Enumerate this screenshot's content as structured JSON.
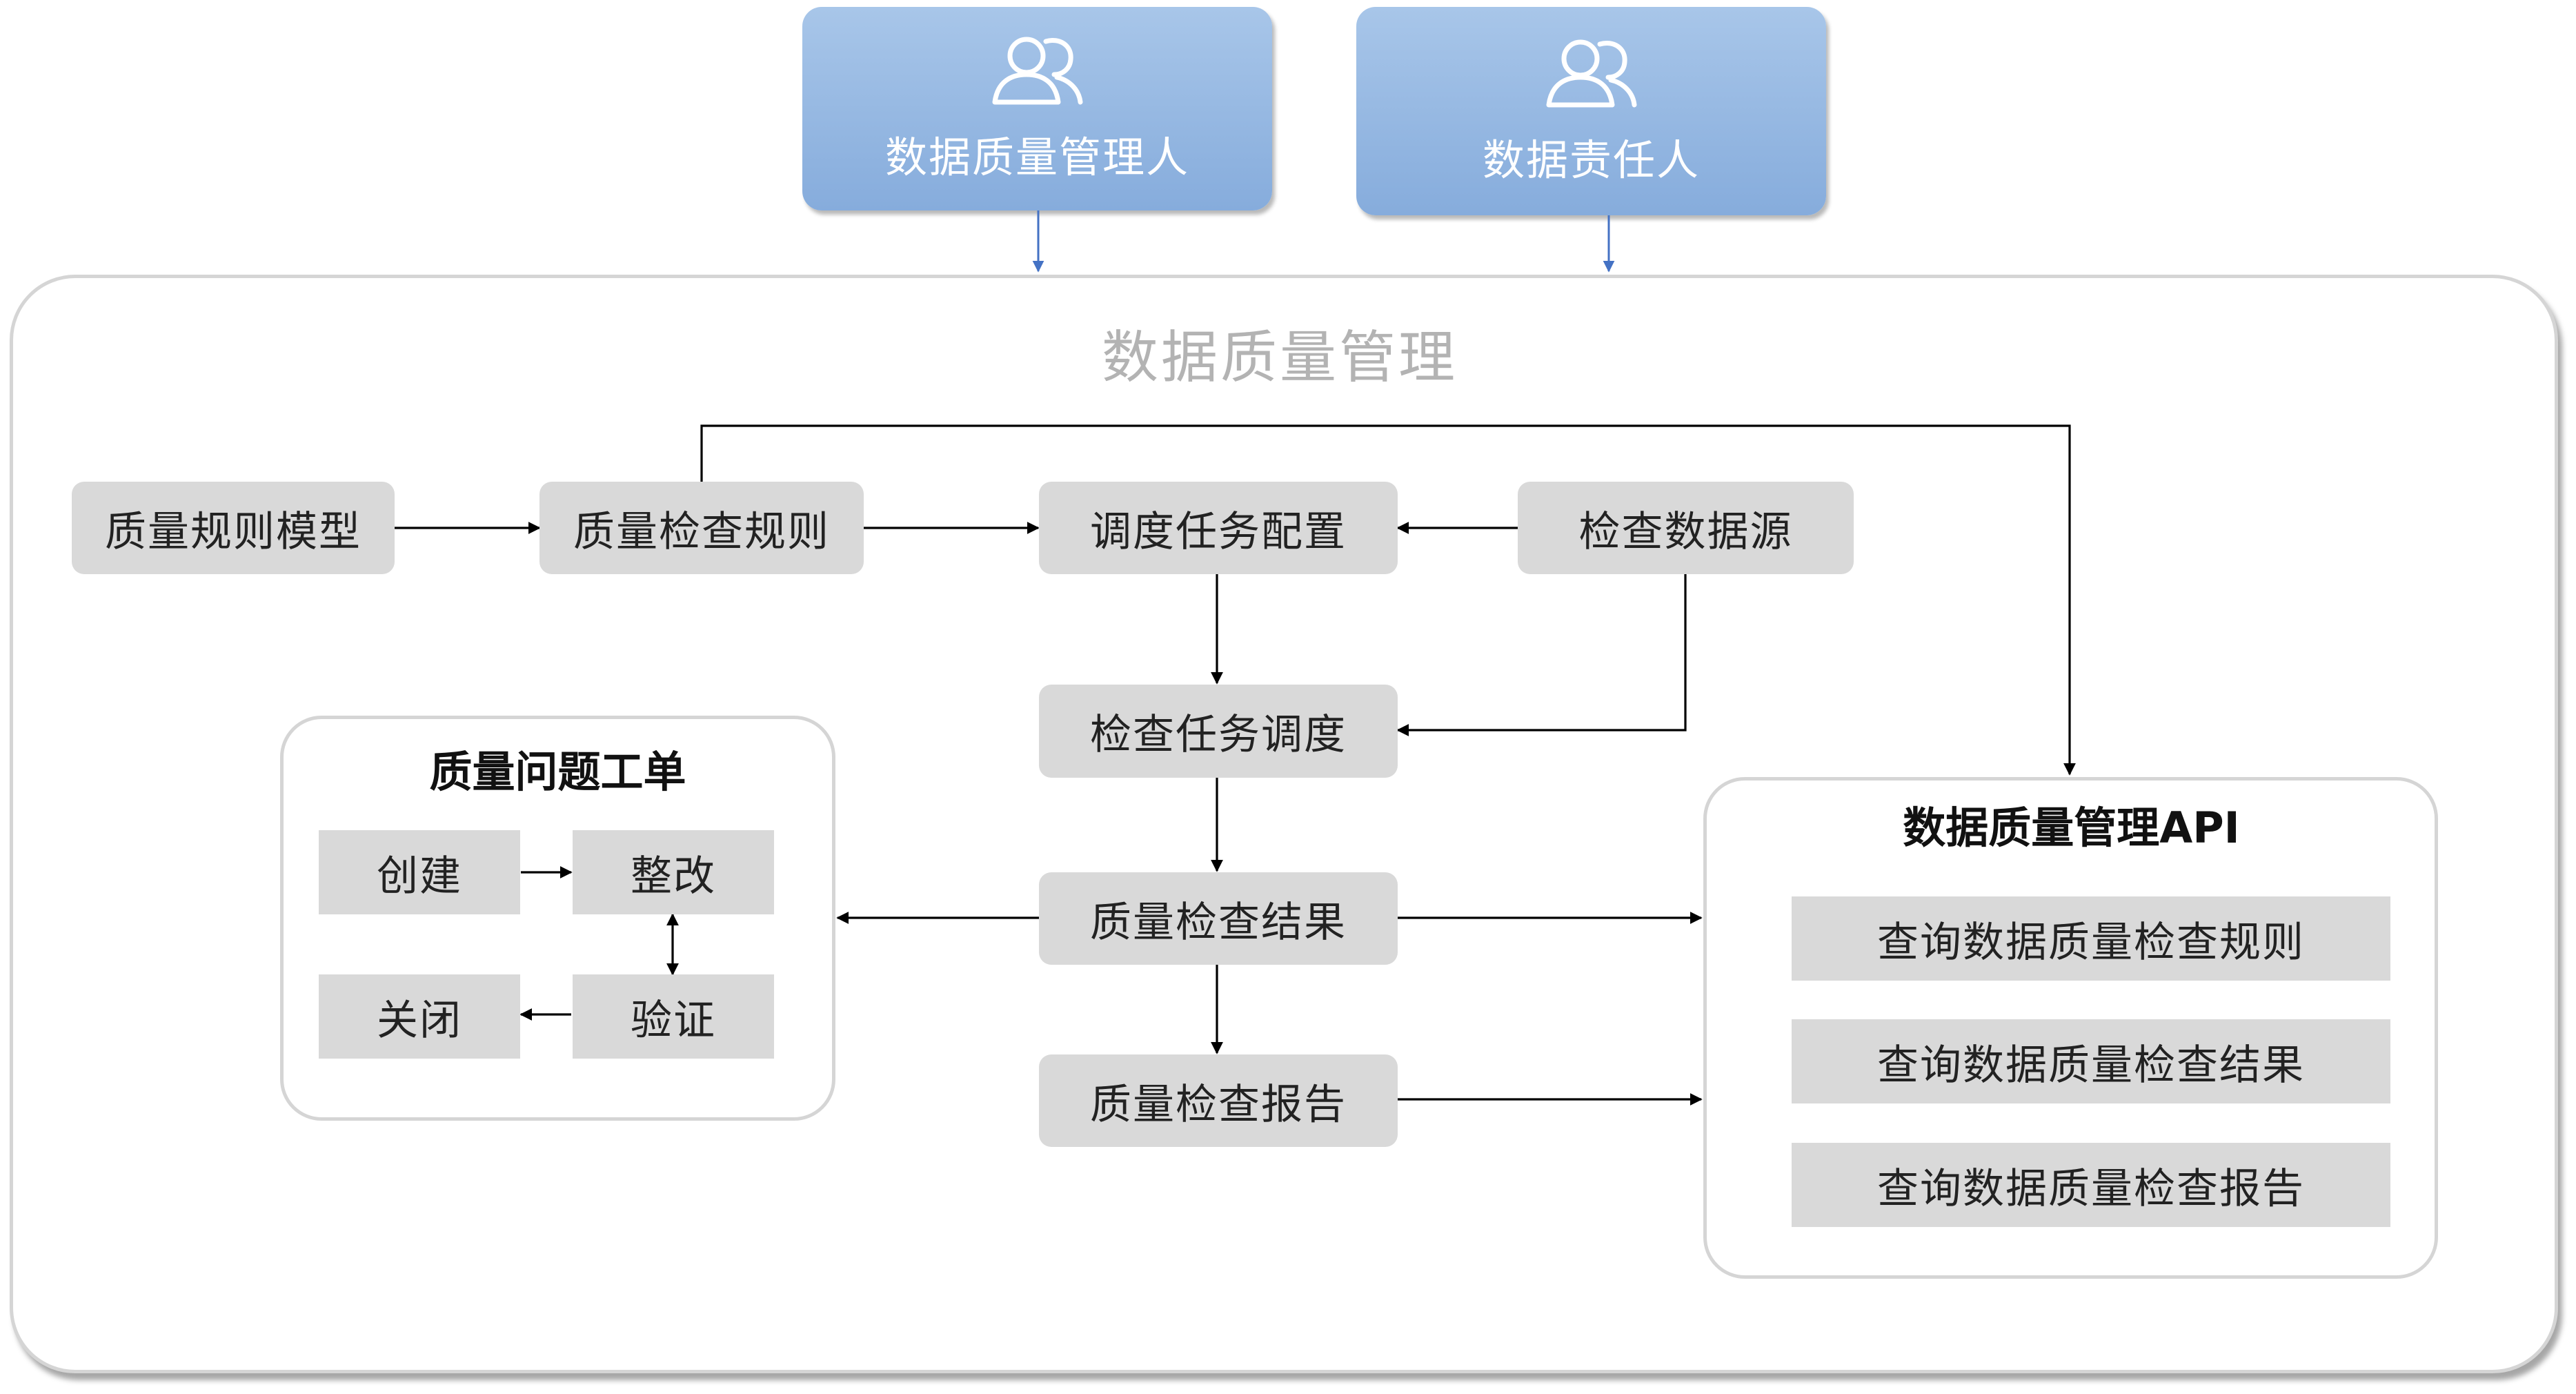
{
  "roles": {
    "quality_manager": "数据质量管理人",
    "data_owner": "数据责任人",
    "icon": "users-icon"
  },
  "main": {
    "title": "数据质量管理"
  },
  "nodes": {
    "quality_rule_model": "质量规则模型",
    "quality_check_rules": "质量检查规则",
    "schedule_task_config": "调度任务配置",
    "check_data_source": "检查数据源",
    "check_task_schedule": "检查任务调度",
    "quality_check_result": "质量检查结果",
    "quality_check_report": "质量检查报告"
  },
  "issue_ticket": {
    "title": "质量问题工单",
    "create": "创建",
    "rectify": "整改",
    "verify": "验证",
    "close": "关闭"
  },
  "api": {
    "title": "数据质量管理API",
    "items": [
      "查询数据质量检查规则",
      "查询数据质量检查结果",
      "查询数据质量检查报告"
    ]
  },
  "colors": {
    "role_gradient_top": "#a8c6e9",
    "role_gradient_bottom": "#86acdc",
    "node_fill": "#d9d9d9",
    "border": "#d5d5d5",
    "connector": "#000000",
    "role_connector": "#4472c4"
  }
}
